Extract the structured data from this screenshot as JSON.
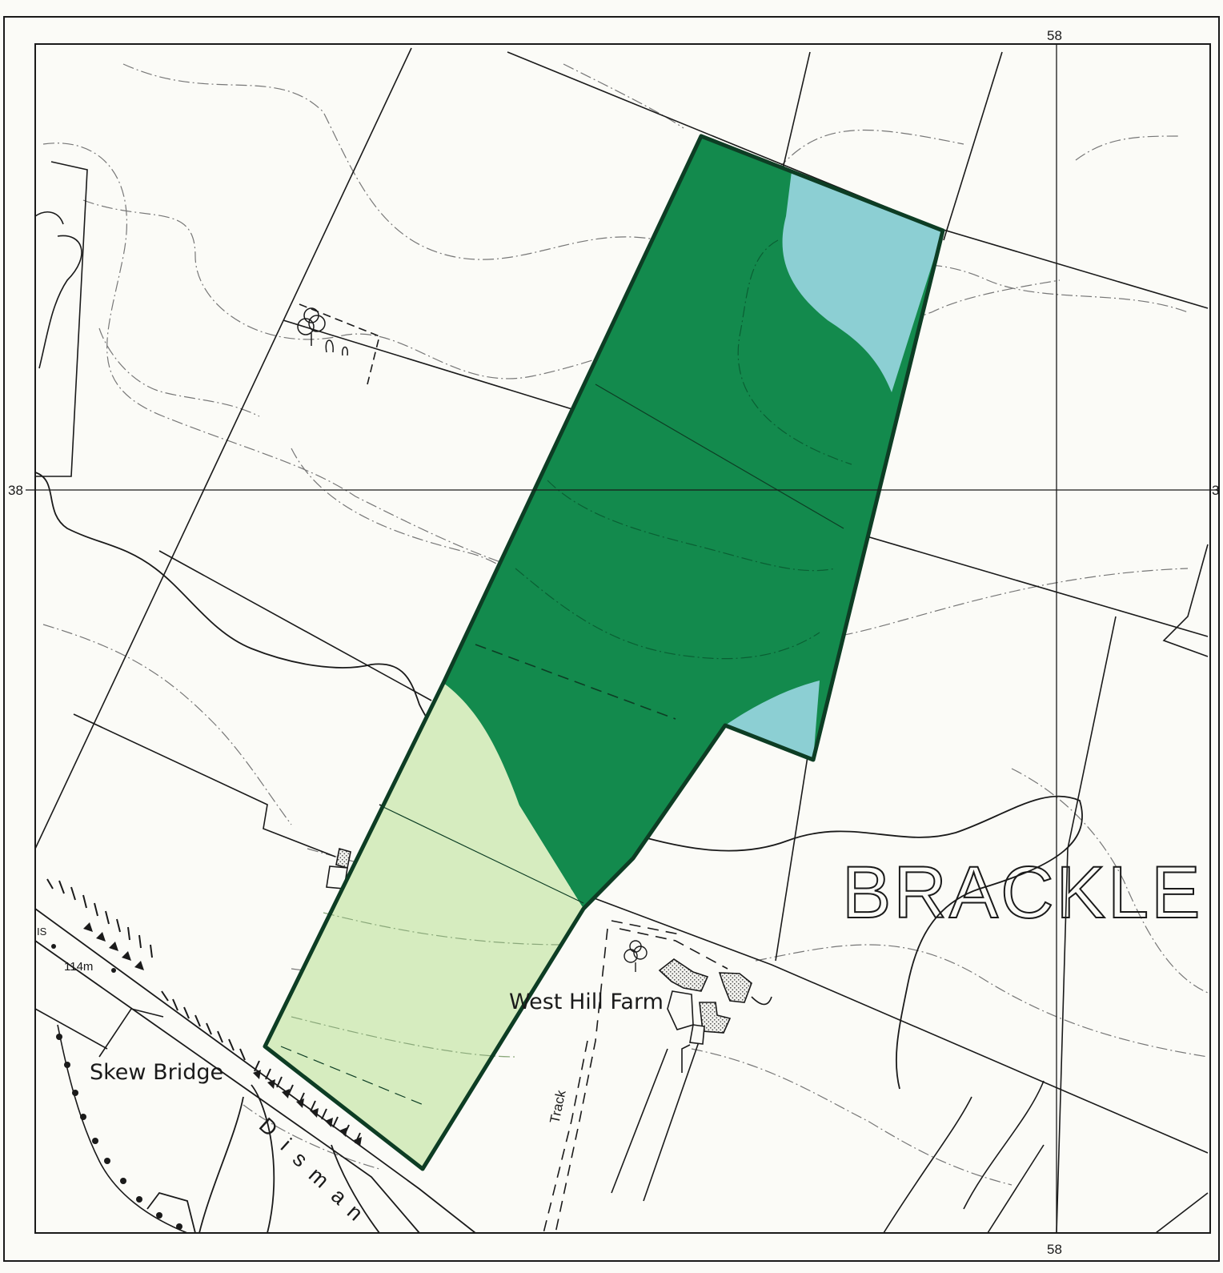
{
  "map": {
    "place_label": "BRACKLE",
    "farm_label": "West Hill Farm",
    "bridge_label": "Skew Bridge",
    "road_label": "Disman",
    "road_letters": [
      "D",
      "i",
      "s",
      "m",
      "a",
      "n"
    ],
    "track_label": "Track",
    "spot_height": "114m",
    "side_note": "IS",
    "grid_easting": "58",
    "grid_northing": "38",
    "grid_northing_right": "3"
  },
  "colors": {
    "paper": "#fbfbf7",
    "line": "#1a1a1a",
    "contour": "#777777",
    "zone_dark_green": "#138a4d",
    "zone_light_blue": "#8ccfd3",
    "zone_pale_green": "#d6ecbf",
    "outline": "#0d3d24",
    "hatch_fill": "#cfcfcf"
  },
  "icons": [
    "tree-icon",
    "hachure-embankment",
    "field-boundary",
    "building-stipple"
  ]
}
